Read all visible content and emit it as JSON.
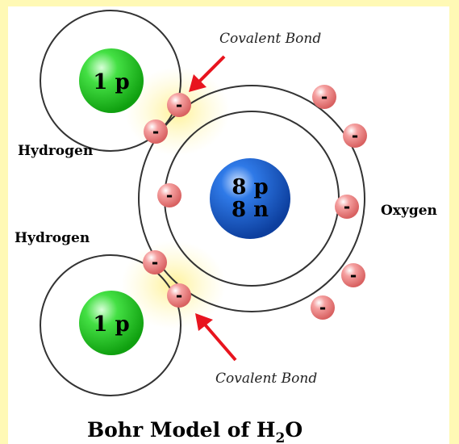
{
  "diagram": {
    "title_main": "Bohr Model of H",
    "title_sub": "2",
    "title_end": "O",
    "hydrogen_top_label": "Hydrogen",
    "hydrogen_bottom_label": "Hydrogen",
    "oxygen_label": "Oxygen",
    "bond_top_label": "Covalent Bond",
    "bond_bottom_label": "Covalent Bond",
    "hydrogen_nucleus": "1 p",
    "oxygen_nucleus_line1": "8 p",
    "oxygen_nucleus_line2": "8 n",
    "electron_charge": "-",
    "colors": {
      "frame": "#fff9b5",
      "hydrogen_nucleus": "#22cc22",
      "oxygen_nucleus": "#1a5fd6",
      "electron": "#f08a8a",
      "arrow": "#e8141e",
      "glow": "#fff3a0"
    }
  }
}
